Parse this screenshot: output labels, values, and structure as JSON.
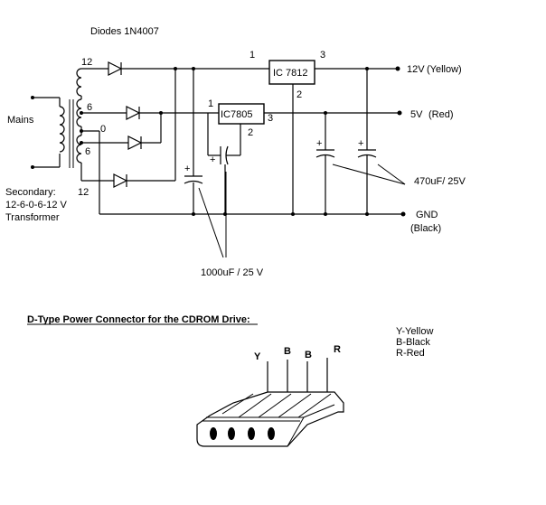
{
  "diagram": {
    "diodes_label": "Diodes 1N4007",
    "mains_label": "Mains",
    "secondary_label_1": "Secondary:",
    "secondary_label_2": "12-6-0-6-12 V",
    "secondary_label_3": "Transformer",
    "tap_top": "12",
    "tap_upper_mid": "6",
    "tap_center": "0",
    "tap_lower_mid": "6",
    "tap_bottom": "12",
    "reg_12_name": "IC 7812",
    "reg_12_pin_in": "1",
    "reg_12_pin_gnd": "2",
    "reg_12_pin_out": "3",
    "reg_5_name": "IC7805",
    "reg_5_pin_in": "1",
    "reg_5_pin_gnd": "2",
    "reg_5_pin_out": "3",
    "out_12v": "12V",
    "out_12v_color": "(Yellow)",
    "out_5v": "5V",
    "out_5v_color": "(Red)",
    "out_gnd": "GND",
    "out_gnd_color": "(Black)",
    "cap_large_label": "1000uF / 25 V",
    "cap_small_label": "470uF/ 25V"
  },
  "connector": {
    "title": "D-Type Power Connector for the CDROM Drive:",
    "pin_1": "Y",
    "pin_2": "B",
    "pin_3": "B",
    "pin_4": "R",
    "legend_1": "Y-Yellow",
    "legend_2": "B-Black",
    "legend_3": "R-Red"
  }
}
